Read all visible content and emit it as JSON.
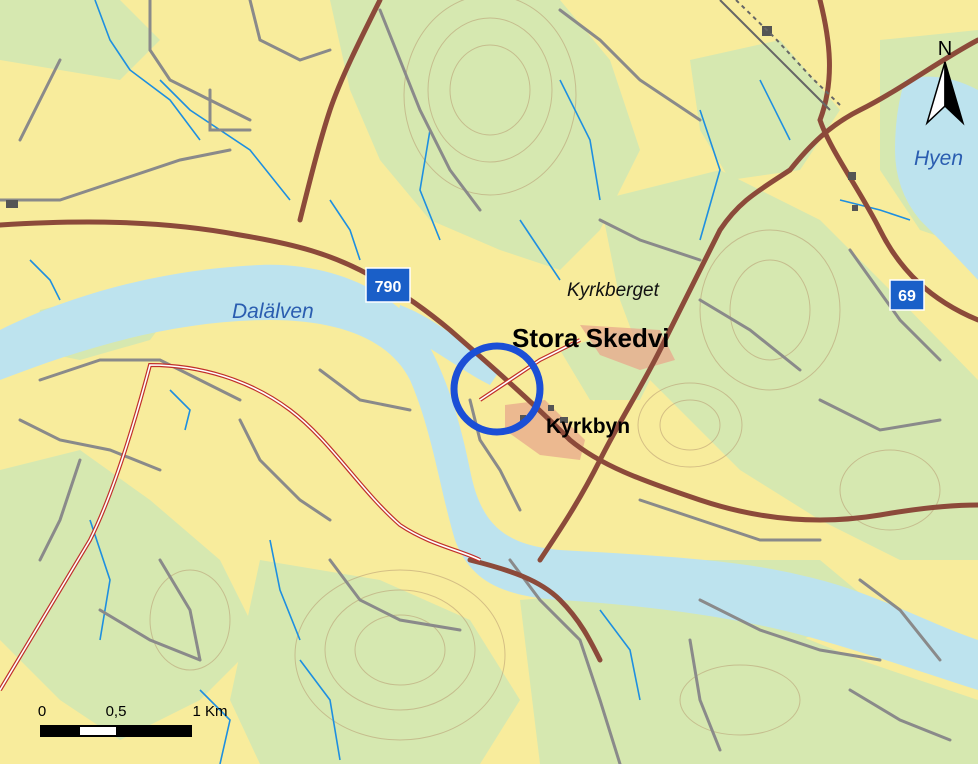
{
  "colors": {
    "field": "#f8ec9c",
    "forest": "#d6e8b0",
    "water": "#bde3ee",
    "stream": "#1e8fe0",
    "road_major": "#8c4a3a",
    "road_minor": "#8a8a8a",
    "contour": "#b89a72",
    "urban": "#e8a88c",
    "marker": "#1b4fd6",
    "shield": "#1a5fc8"
  },
  "labels": {
    "lake_hyen": "Hyen",
    "river_dalalven": "Dalälven",
    "hill_kyrkberget": "Kyrkberget",
    "town_stora_skedvi": "Stora Skedvi",
    "village_kyrkbyn": "Kyrkbyn"
  },
  "road_shields": {
    "r790": "790",
    "r69": "69"
  },
  "north_arrow": {
    "letter": "N"
  },
  "scale_bar": {
    "tick_0": "0",
    "tick_half": "0,5",
    "tick_1": "1 Km"
  },
  "icons": {
    "location_marker": "circle-marker-icon",
    "north": "north-arrow-icon"
  }
}
